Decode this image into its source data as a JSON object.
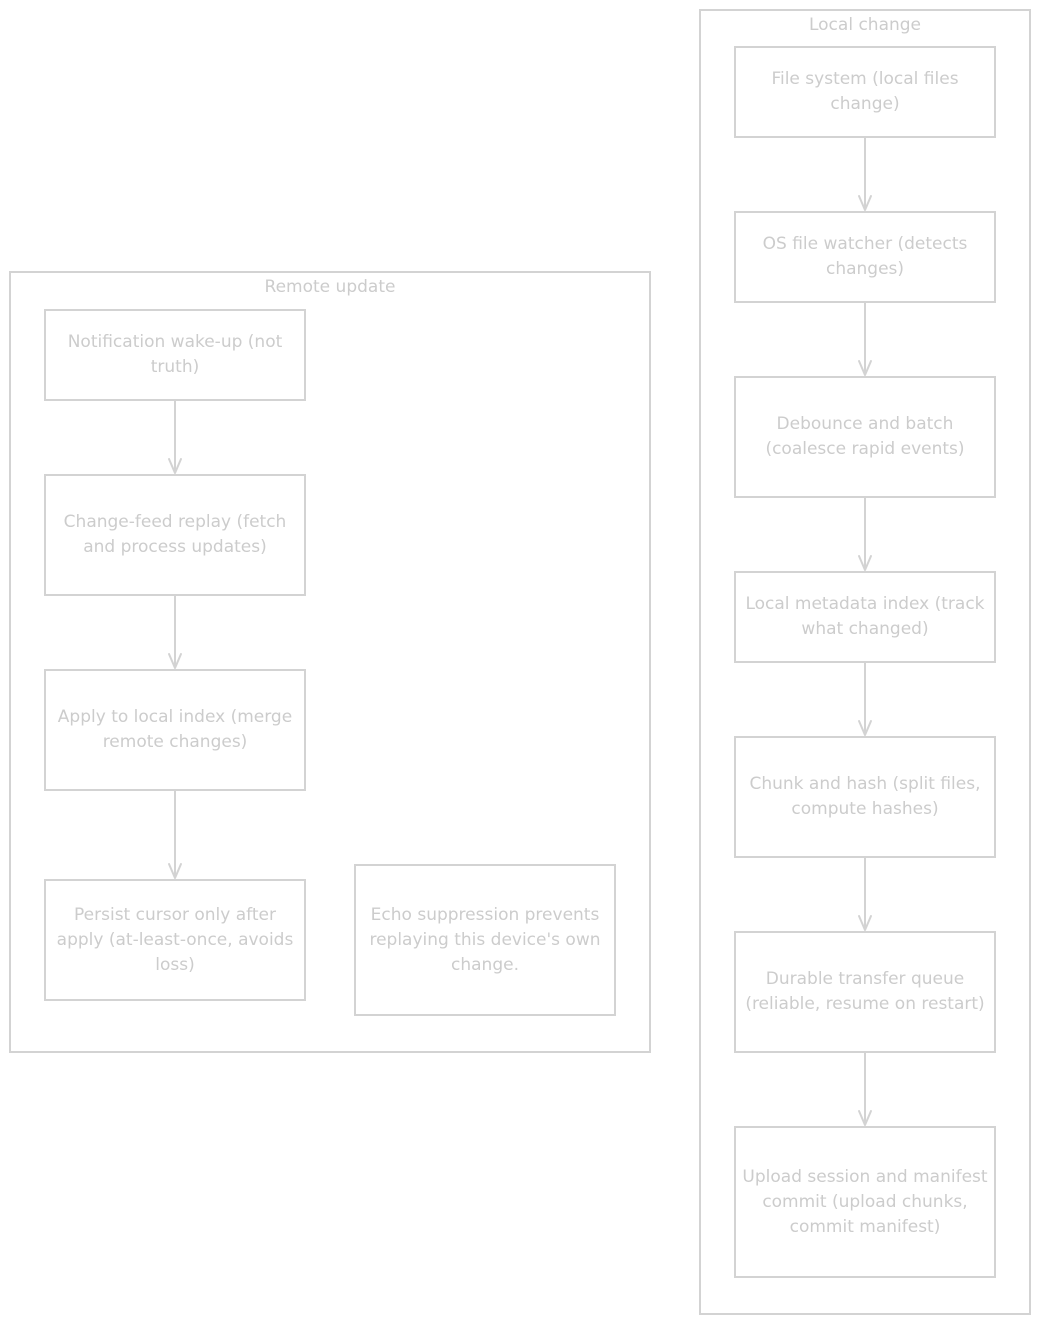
{
  "groups": {
    "local": {
      "label": "Local change"
    },
    "remote": {
      "label": "Remote update"
    }
  },
  "nodes": {
    "local_1": {
      "label": "File system (local files change)"
    },
    "local_2": {
      "label": "OS file watcher (detects changes)"
    },
    "local_3": {
      "label": "Debounce and batch (coalesce rapid events)"
    },
    "local_4": {
      "label": "Local metadata index (track what changed)"
    },
    "local_5": {
      "label": "Chunk and hash (split files, compute hashes)"
    },
    "local_6": {
      "label": "Durable transfer queue (reliable, resume on restart)"
    },
    "local_7": {
      "label": "Upload session and manifest commit (upload chunks, commit manifest)"
    },
    "remote_1": {
      "label": "Notification wake-up (not truth)"
    },
    "remote_2": {
      "label": "Change-feed replay (fetch and process updates)"
    },
    "remote_3": {
      "label": "Apply to local index (merge remote changes)"
    },
    "remote_4": {
      "label": "Persist cursor only after apply (at-least-once, avoids loss)"
    },
    "remote_5": {
      "label": "Echo suppression prevents replaying this device's own change."
    }
  },
  "edges": [
    {
      "from": "local_1",
      "to": "local_2"
    },
    {
      "from": "local_2",
      "to": "local_3"
    },
    {
      "from": "local_3",
      "to": "local_4"
    },
    {
      "from": "local_4",
      "to": "local_5"
    },
    {
      "from": "local_5",
      "to": "local_6"
    },
    {
      "from": "local_6",
      "to": "local_7"
    },
    {
      "from": "remote_1",
      "to": "remote_2"
    },
    {
      "from": "remote_2",
      "to": "remote_3"
    },
    {
      "from": "remote_3",
      "to": "remote_4"
    }
  ],
  "colors": {
    "stroke": "#d3d3d3",
    "text": "#cccccc",
    "background": "#ffffff"
  }
}
